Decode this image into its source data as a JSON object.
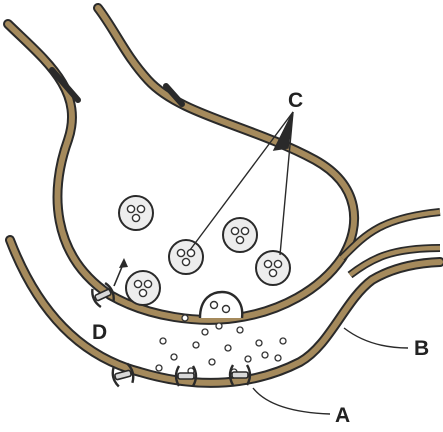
{
  "diagram": {
    "labels": {
      "a": "A",
      "b": "B",
      "c": "C",
      "d": "D"
    },
    "colors": {
      "membrane": "#a58a5c",
      "membrane_light": "#c9b58a",
      "outline": "#2a2a2a",
      "vesicle_fill": "#ededed",
      "background": "#ffffff"
    }
  }
}
